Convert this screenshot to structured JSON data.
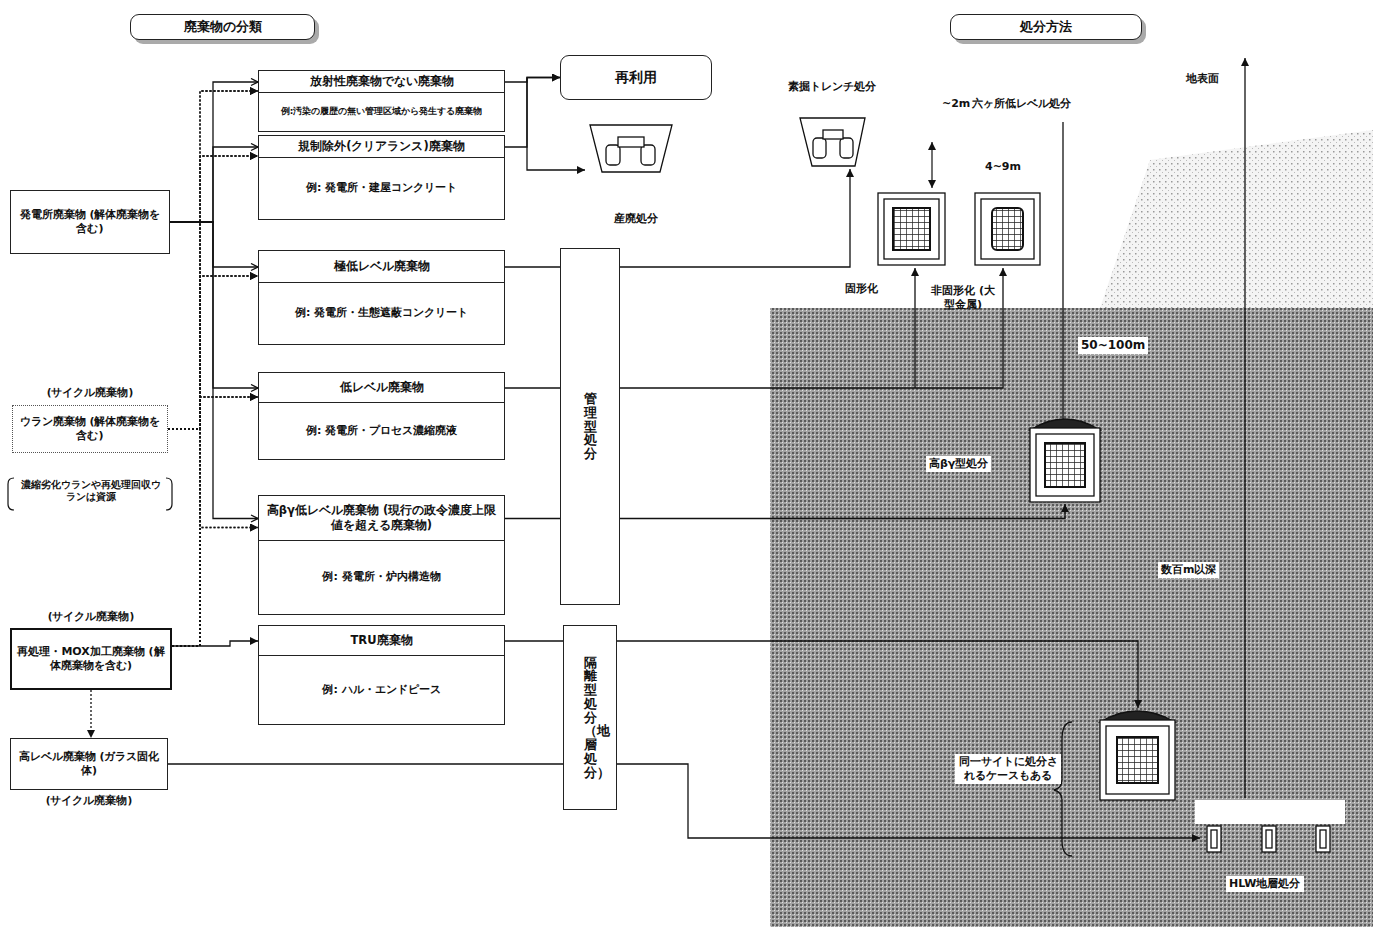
{
  "diagram": {
    "nodes": [
      {
        "text": [
          "廃棄物の分類"
        ]
      },
      {
        "text": [
          "処分方法"
        ]
      },
      {
        "text": [
          "発電所廃棄物 (解体廃棄物を含む)"
        ]
      },
      {
        "text": [
          "(サイクル廃棄物)",
          "ウラン廃棄物 (解体廃棄物を含む)"
        ]
      },
      {
        "text": [
          "(サイクル廃棄物)",
          "再処理・MOX加工廃棄物 (解体廃棄物を含む)"
        ]
      },
      {
        "text": [
          "高レベル廃棄物 (ガラス固化体)",
          "(サイクル廃棄物)"
        ]
      },
      {
        "text": [
          "放射性廃棄物でない廃棄物",
          "例:汚染の履歴の無い管理区域から発生する廃棄物"
        ]
      },
      {
        "text": [
          "規制除外(クリアランス)廃棄物",
          "例: 発電所・建屋コンクリート"
        ]
      },
      {
        "text": [
          "極低レベル廃棄物",
          "例: 発電所・生態遮蔽コンクリート"
        ]
      },
      {
        "text": [
          "低レベル廃棄物",
          "例: 発電所・プロセス濃縮廃液"
        ]
      },
      {
        "text": [
          "高βγ低レベル廃棄物 (現行の政令濃度上限値を超える廃棄物)",
          "例: 発電所・炉内構造物"
        ]
      },
      {
        "text": [
          "TRU廃棄物",
          "例: ハル・エンドピース"
        ]
      },
      {
        "text": [
          "管理型処分"
        ]
      },
      {
        "text": [
          "隔離型処分（地層処分）"
        ]
      },
      {
        "text": [
          "再利用"
        ]
      }
    ],
    "edges": [
      {
        "from": 2,
        "to": 6,
        "arrow": "to"
      },
      {
        "from": 2,
        "to": 7,
        "arrow": "to"
      },
      {
        "from": 2,
        "to": 8,
        "arrow": "to"
      },
      {
        "from": 2,
        "to": 9,
        "arrow": "to"
      },
      {
        "from": 2,
        "to": 10,
        "arrow": "to"
      },
      {
        "from": 3,
        "to": 6,
        "arrow": "to"
      },
      {
        "from": 3,
        "to": 7,
        "arrow": "to"
      },
      {
        "from": 3,
        "to": 8,
        "arrow": "to"
      },
      {
        "from": 3,
        "to": 9,
        "arrow": "to"
      },
      {
        "from": 3,
        "to": 10,
        "arrow": "to"
      },
      {
        "from": 4,
        "to": 6,
        "arrow": "to"
      },
      {
        "from": 4,
        "to": 7,
        "arrow": "to"
      },
      {
        "from": 4,
        "to": 8,
        "arrow": "to"
      },
      {
        "from": 4,
        "to": 9,
        "arrow": "to"
      },
      {
        "from": 4,
        "to": 10,
        "arrow": "to"
      },
      {
        "from": 4,
        "to": 11,
        "arrow": "to"
      },
      {
        "from": 4,
        "to": 5,
        "arrow": "to"
      },
      {
        "from": 6,
        "to": 14,
        "arrow": "to"
      },
      {
        "from": 7,
        "to": 14,
        "arrow": "to"
      },
      {
        "from": 8,
        "to": 12,
        "arrow": "none"
      },
      {
        "from": 9,
        "to": 12,
        "arrow": "none"
      },
      {
        "from": 10,
        "to": 12,
        "arrow": "none"
      },
      {
        "from": 11,
        "to": 13,
        "arrow": "none"
      },
      {
        "from": 5,
        "to": 13,
        "arrow": "none"
      }
    ],
    "labels": [
      "濃縮劣化ウランや再処理回収ウランは資源",
      "産廃処分",
      "素掘トレンチ処分",
      "~2m",
      "六ヶ所低レベル処分",
      "4~9m",
      "地表面",
      "固形化",
      "非固形化 (大型金属)",
      "50~100m",
      "高βγ型処分",
      "数百m以深",
      "同一サイトに処分されるケースもある",
      "HLW地層処分"
    ]
  }
}
